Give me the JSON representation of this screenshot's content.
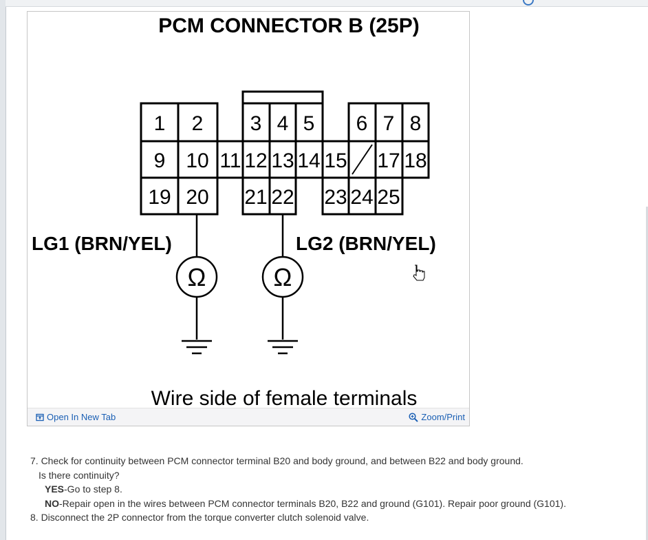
{
  "figure": {
    "title": "PCM CONNECTOR B (25P)",
    "caption": "Wire side of female terminals",
    "terminals": [
      "1",
      "2",
      "3",
      "4",
      "5",
      "6",
      "7",
      "8",
      "9",
      "10",
      "11",
      "12",
      "13",
      "14",
      "15",
      "17",
      "18",
      "19",
      "20",
      "21",
      "22",
      "23",
      "24",
      "25"
    ],
    "wire_left": "LG1 (BRN/YEL)",
    "wire_right": "LG2 (BRN/YEL)",
    "ohm_symbol": "Ω",
    "open_new_tab_label": "Open In New Tab",
    "zoom_print_label": "Zoom/Print",
    "link_color": "#1a5fb4"
  },
  "steps": {
    "step7_text": "7. Check for continuity between PCM connector terminal B20 and body ground, and between B22 and body ground.",
    "step7_question": "Is there continuity?",
    "yes_label": "YES",
    "yes_text": "-Go to step 8.",
    "no_label": "NO",
    "no_text": "-Repair open in the wires between PCM connector terminals B20, B22 and ground (G101). Repair poor ground (G101).",
    "step8_text": "8. Disconnect the 2P connector from the torque converter clutch solenoid valve."
  }
}
